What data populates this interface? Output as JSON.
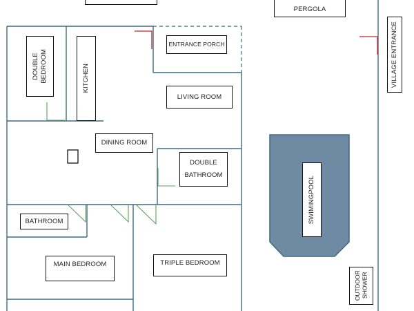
{
  "rooms": {
    "pergola": "PERGOLA",
    "entrance_porch": "ENTRANCE PORCH",
    "village_entrance": "VILLAGE ENTRANCE",
    "double_bedroom": [
      "DOUBLE",
      "BEDROOM"
    ],
    "kitchen": "KITCHEN",
    "living_room": "LIVING ROOM",
    "dining_room": "DINING ROOM",
    "double_bathroom": [
      "DOUBLE",
      "BATHROOM"
    ],
    "swimming_pool": "SWIMINGPOOL",
    "bathroom": "BATHROOM",
    "main_bedroom": "MAIN BEDROOM",
    "triple_bedroom": "TRIPLE BEDROOM",
    "outdoor_shower": [
      "OUTDOOR",
      "SHOWER"
    ]
  },
  "colors": {
    "wall": "#3d6b7e",
    "door_green": "#5aa15a",
    "door_red": "#cc2233",
    "pool_fill": "#6f8aa3",
    "pool_stroke": "#3d6b7e",
    "label_border": "#111111"
  }
}
